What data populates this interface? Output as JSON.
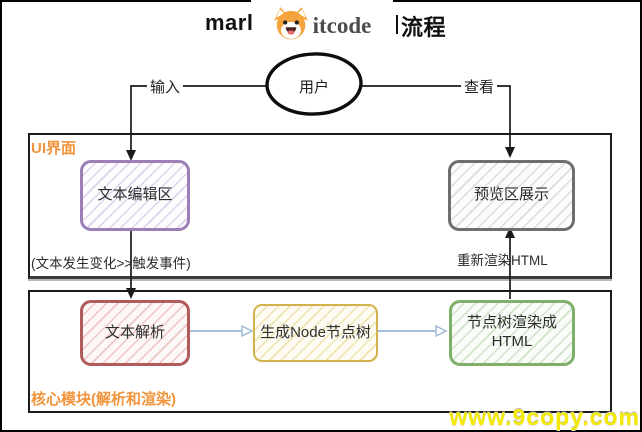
{
  "title": {
    "fragment_left": "marl",
    "fragment_right": "流程",
    "logo_text": "itcode"
  },
  "flow": {
    "user": "用户",
    "labels": {
      "input": "输入",
      "view": "查看",
      "change_event": "(文本发生变化>>触发事件)",
      "rerender": "重新渲染HTML"
    },
    "ui_section": {
      "title": "UI界面",
      "editor": "文本编辑区",
      "preview": "预览区展示"
    },
    "core_section": {
      "title": "核心模块(解析和渲染)",
      "parse": "文本解析",
      "node_tree": "生成Node节点树",
      "render_html_line1": "节点树渲染成",
      "render_html_line2": "HTML"
    }
  },
  "watermark": "www.9copy.com",
  "colors": {
    "section_label": "#f2943b",
    "editor_border": "#9b7fb6",
    "preview_border": "#6e6e6e",
    "parse_border": "#b05c5c",
    "node_tree_border": "#d2b24c",
    "render_border": "#7fb069",
    "flow_arrow": "#9db7d8",
    "watermark": "#f5ea00"
  }
}
